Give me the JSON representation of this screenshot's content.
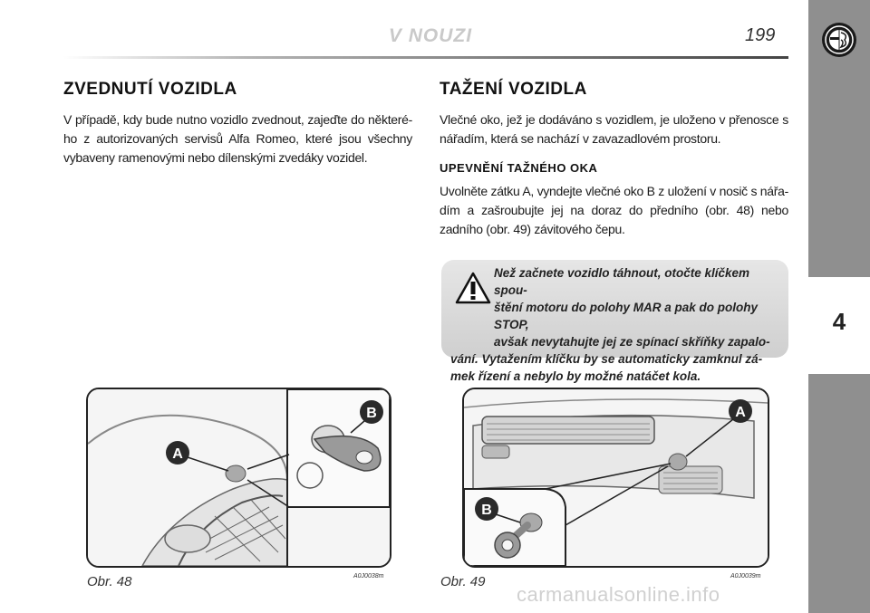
{
  "header": {
    "section_title": "V NOUZI",
    "page_number": "199"
  },
  "sidebar": {
    "chapter_tab": "4",
    "logo": "alfa-romeo-logo"
  },
  "left_column": {
    "heading": "ZVEDNUTÍ VOZIDLA",
    "paragraph": "V případě, kdy bude nutno vozidlo zvednout, zajeďte do některé-ho z autorizovaných servisů Alfa Romeo, které jsou všechny vybaveny ramenovými nebo dílenskými zvedáky vozidel."
  },
  "right_column": {
    "heading": "TAŽENÍ VOZIDLA",
    "paragraph1": "Vlečné oko, jež je dodáváno s vozidlem, je uloženo v přenosce s nářadím, která se nachází v zavazadlovém prostoru.",
    "subheading": "UPEVNĚNÍ TAŽNÉHO OKA",
    "paragraph2": "Uvolněte zátku A, vyndejte vlečné oko B z uložení v nosič s nářa-dím a zašroubujte jej na doraz do předního (obr. 48) nebo zadního (obr. 49) závitového čepu."
  },
  "warning": {
    "icon": "warning-triangle-icon",
    "line1": "Než začnete vozidlo táhnout, otočte klíčkem spou-",
    "line2": "štění motoru do polohy MAR a pak do polohy STOP,",
    "line3": "avšak nevytahujte jej ze spínací skříňky zapalo-",
    "rest": "vání. Vytažením klíčku by se automaticky zamknul zá-mek řízení a nebylo by možné natáčet kola."
  },
  "figures": [
    {
      "caption": "Obr. 48",
      "code": "A0J0038m",
      "label_a": "A",
      "label_b": "B"
    },
    {
      "caption": "Obr. 49",
      "code": "A0J0039m",
      "label_a": "A",
      "label_b": "B"
    }
  ],
  "watermark": "carmanualsonline.info",
  "colors": {
    "sidebar": "#8f8f8f",
    "warning_bg": "#d8d8d8",
    "callout_bg": "#2a2a2a"
  }
}
